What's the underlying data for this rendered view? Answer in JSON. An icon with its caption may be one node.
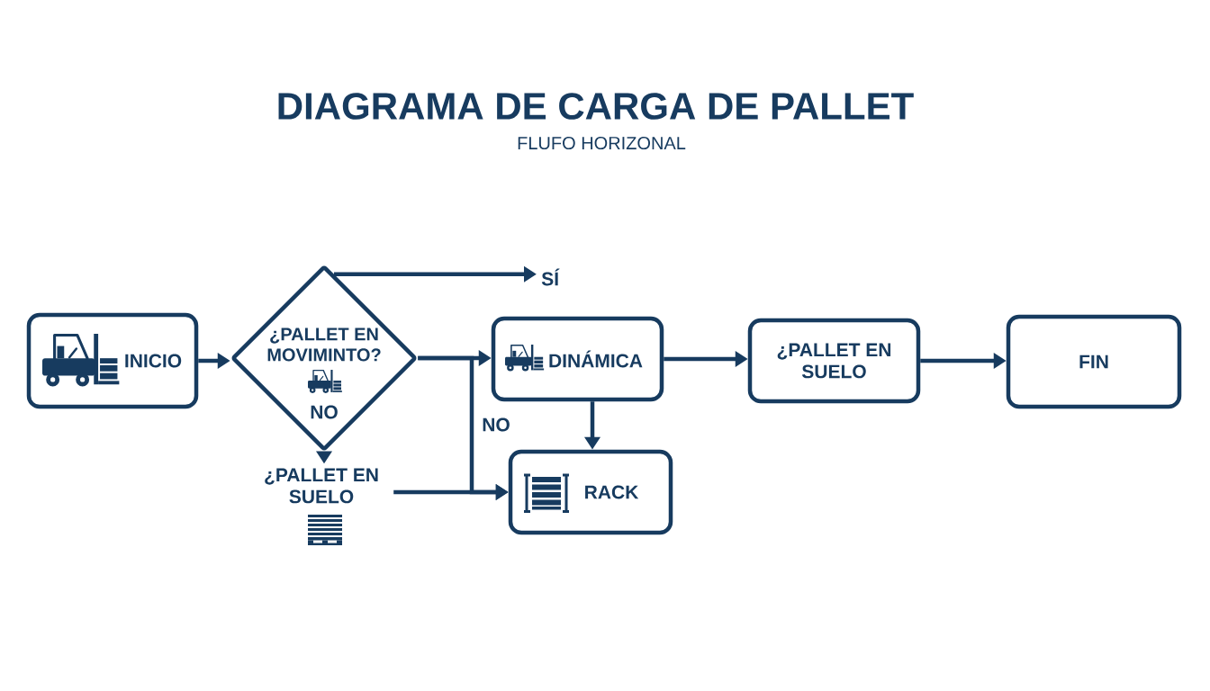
{
  "diagram": {
    "title": "DIAGRAMA DE CARGA DE PALLET",
    "nodes": [
      {
        "text": [
          "INICIO"
        ]
      },
      {
        "text": [
          "¿PALLET EN MOVIMINTO?",
          "NO"
        ]
      },
      {
        "text": [
          "SÍ"
        ]
      },
      {
        "text": [
          "¿PALLET EN SUELO"
        ]
      },
      {
        "text": [
          "DINÁMICA"
        ]
      },
      {
        "text": [
          "RACK"
        ]
      },
      {
        "text": [
          "¿PALLET EN SUELO"
        ]
      },
      {
        "text": [
          "FIN"
        ]
      }
    ],
    "edges": [
      {
        "from": 0,
        "to": 1,
        "arrow": "to"
      },
      {
        "from": 1,
        "to": 2,
        "arrow": "to"
      },
      {
        "from": 1,
        "to": 4,
        "arrow": "to"
      },
      {
        "from": 1,
        "to": 3,
        "arrow": "to"
      },
      {
        "from": 1,
        "to": 5,
        "arrow": "to",
        "label": "NO"
      },
      {
        "from": 3,
        "to": 5,
        "arrow": "to"
      },
      {
        "from": 4,
        "to": 5,
        "arrow": "to"
      },
      {
        "from": 4,
        "to": 6,
        "arrow": "to"
      },
      {
        "from": 6,
        "to": 7,
        "arrow": "to"
      }
    ],
    "labels": [
      "FLUFO HORIZONAL"
    ]
  }
}
